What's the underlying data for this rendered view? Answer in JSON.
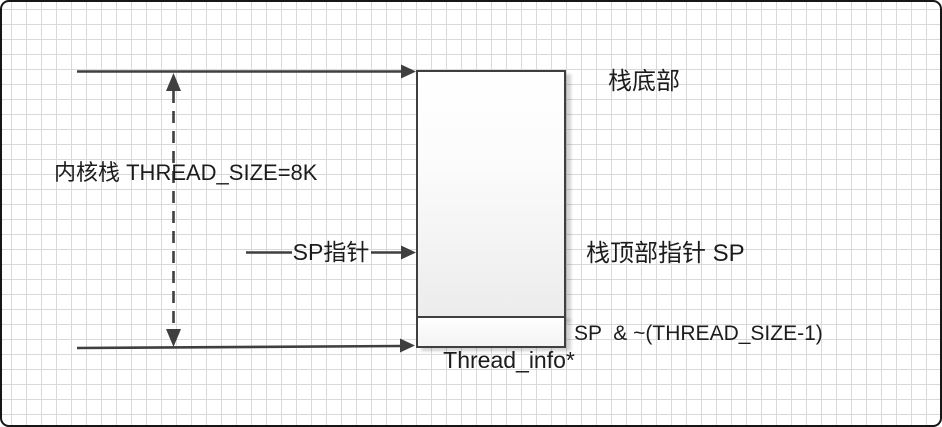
{
  "diagram": {
    "labels": {
      "kernel_stack": "内核栈 THREAD_SIZE=8K",
      "sp_pointer": "SP指针",
      "stack_bottom": "栈底部",
      "stack_top": "栈顶部指针 SP",
      "mask_expr": "SP  & ~(THREAD_SIZE-1)",
      "thread_info": "Thread_info*"
    },
    "colors": {
      "line": "#3f3f3f",
      "grid": "#d9d9d9",
      "outer_border": "#161616",
      "text": "#1c1c1c",
      "box_fill_top": "#ffffff",
      "box_fill_bottom": "#ececec"
    }
  }
}
